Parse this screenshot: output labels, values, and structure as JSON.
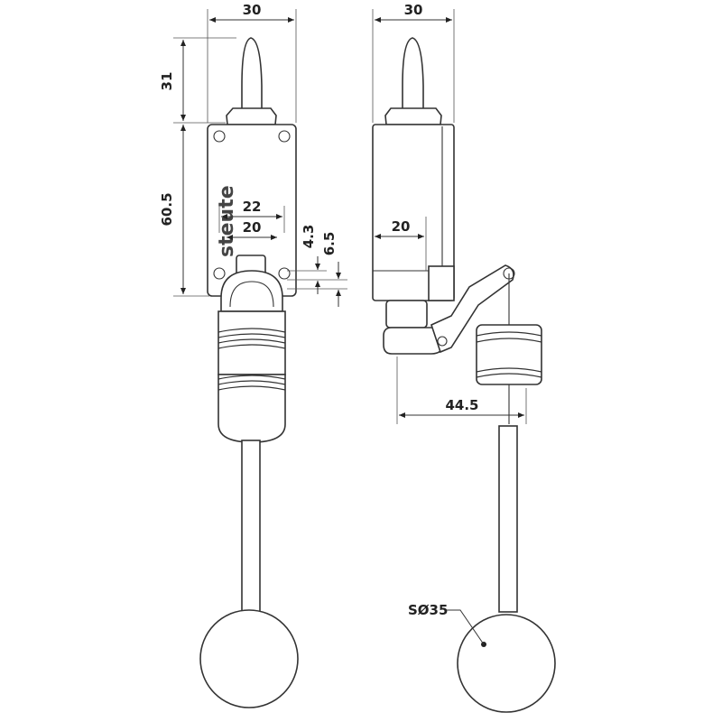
{
  "brand_text": "steute",
  "dimensions": {
    "front_width": "30",
    "side_width": "30",
    "lever_height": "31",
    "body_height": "60.5",
    "hole_spacing_outer": "22",
    "hole_spacing_inner": "20",
    "side_offset": "20",
    "gap_small": "4.3",
    "gap_large": "6.5",
    "arm_length": "44.5",
    "ball_diameter": "SØ35"
  },
  "colors": {
    "line": "#333333",
    "background": "#ffffff"
  }
}
